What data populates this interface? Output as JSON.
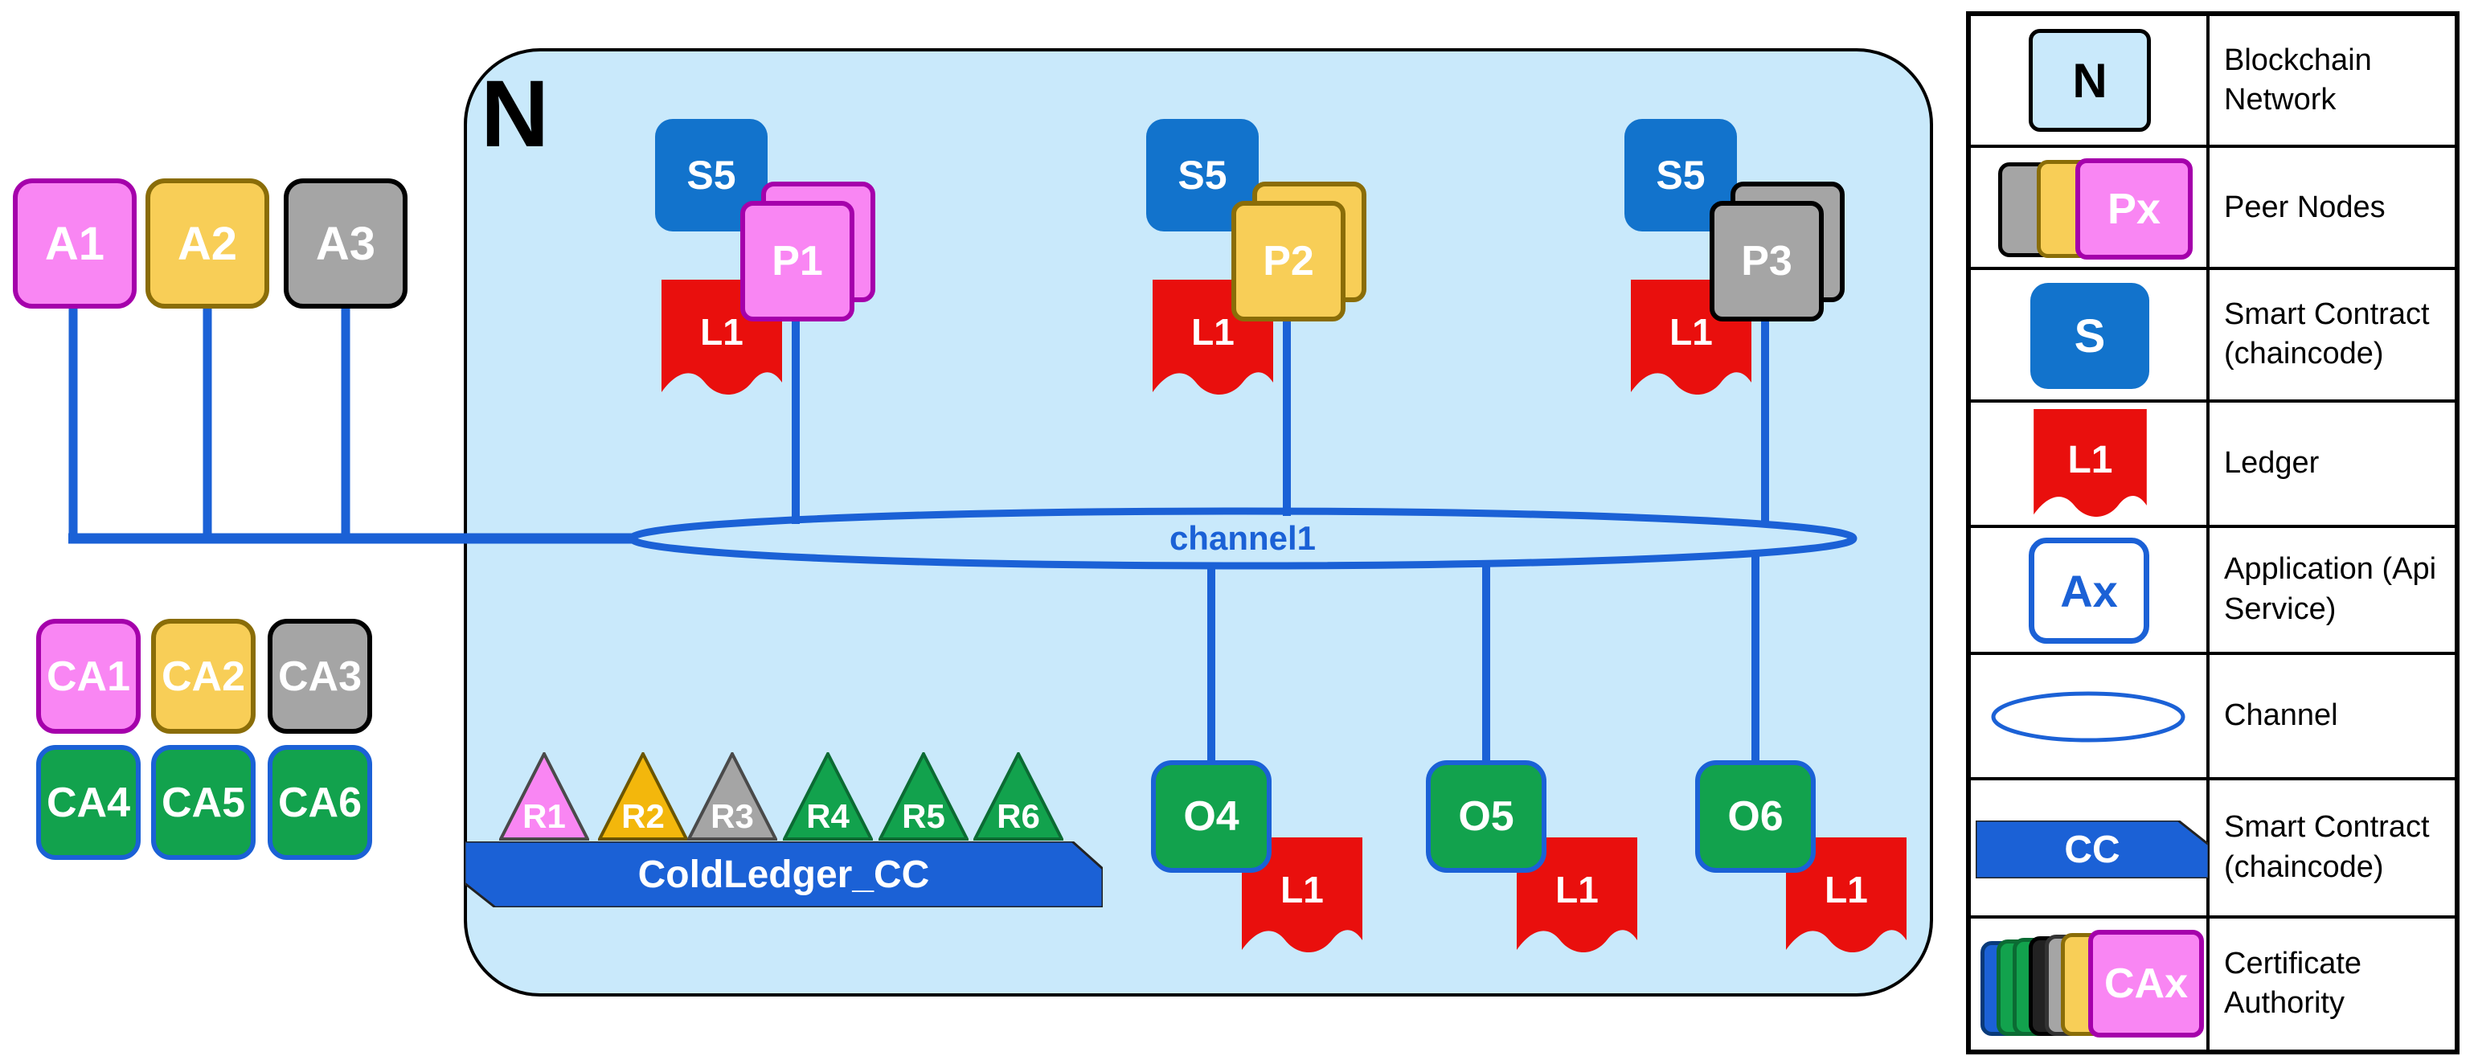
{
  "diagram": {
    "network_label": "N",
    "channel_label": "channel1",
    "banner_label": "ColdLedger_CC",
    "applications": [
      {
        "label": "A1",
        "color": "pink"
      },
      {
        "label": "A2",
        "color": "yellow"
      },
      {
        "label": "A3",
        "color": "gray"
      }
    ],
    "certificate_authorities": [
      {
        "label": "CA1",
        "color": "pink"
      },
      {
        "label": "CA2",
        "color": "yellow"
      },
      {
        "label": "CA3",
        "color": "gray"
      },
      {
        "label": "CA4",
        "color": "green"
      },
      {
        "label": "CA5",
        "color": "green"
      },
      {
        "label": "CA6",
        "color": "green"
      }
    ],
    "peer_clusters": [
      {
        "smart_contract": "S5",
        "peer": "P1",
        "ledger": "L1",
        "color": "pink"
      },
      {
        "smart_contract": "S5",
        "peer": "P2",
        "ledger": "L1",
        "color": "yellow"
      },
      {
        "smart_contract": "S5",
        "peer": "P3",
        "ledger": "L1",
        "color": "gray"
      }
    ],
    "orderers": [
      {
        "label": "O4",
        "ledger": "L1"
      },
      {
        "label": "O5",
        "ledger": "L1"
      },
      {
        "label": "O6",
        "ledger": "L1"
      }
    ],
    "chaincode_triangles": [
      {
        "label": "R1",
        "color": "pink"
      },
      {
        "label": "R2",
        "color": "orange"
      },
      {
        "label": "R3",
        "color": "gray"
      },
      {
        "label": "R4",
        "color": "green"
      },
      {
        "label": "R5",
        "color": "green"
      },
      {
        "label": "R6",
        "color": "green"
      }
    ]
  },
  "legend": {
    "rows": [
      {
        "icon": "network-icon",
        "icon_text": "N",
        "label": "Blockchain Network"
      },
      {
        "icon": "peer-stack-icon",
        "icon_text": "Px",
        "label": "Peer Nodes"
      },
      {
        "icon": "smart-contract-icon",
        "icon_text": "S",
        "label": "Smart Contract (chaincode)"
      },
      {
        "icon": "ledger-flag-icon",
        "icon_text": "L1",
        "label": "Ledger"
      },
      {
        "icon": "application-icon",
        "icon_text": "Ax",
        "label": "Application (Api Service)"
      },
      {
        "icon": "channel-ellipse-icon",
        "icon_text": "",
        "label": "Channel"
      },
      {
        "icon": "chaincode-banner-icon",
        "icon_text": "CC",
        "label": "Smart Contract (chaincode)"
      },
      {
        "icon": "ca-stack-icon",
        "icon_text": "CAx",
        "label": "Certificate Authority"
      }
    ]
  },
  "colors": {
    "network_fill": "#c9e9fb",
    "primary_blue": "#1b61d6",
    "smart_contract_blue": "#1273cc",
    "pink": "#f986f3",
    "pink_border": "#a500ab",
    "yellow": "#f8ce57",
    "yellow_border": "#8a6d08",
    "orange_triangle": "#f3b70c",
    "gray": "#a5a5a5",
    "green": "#12a24d",
    "red": "#e90f0d"
  }
}
